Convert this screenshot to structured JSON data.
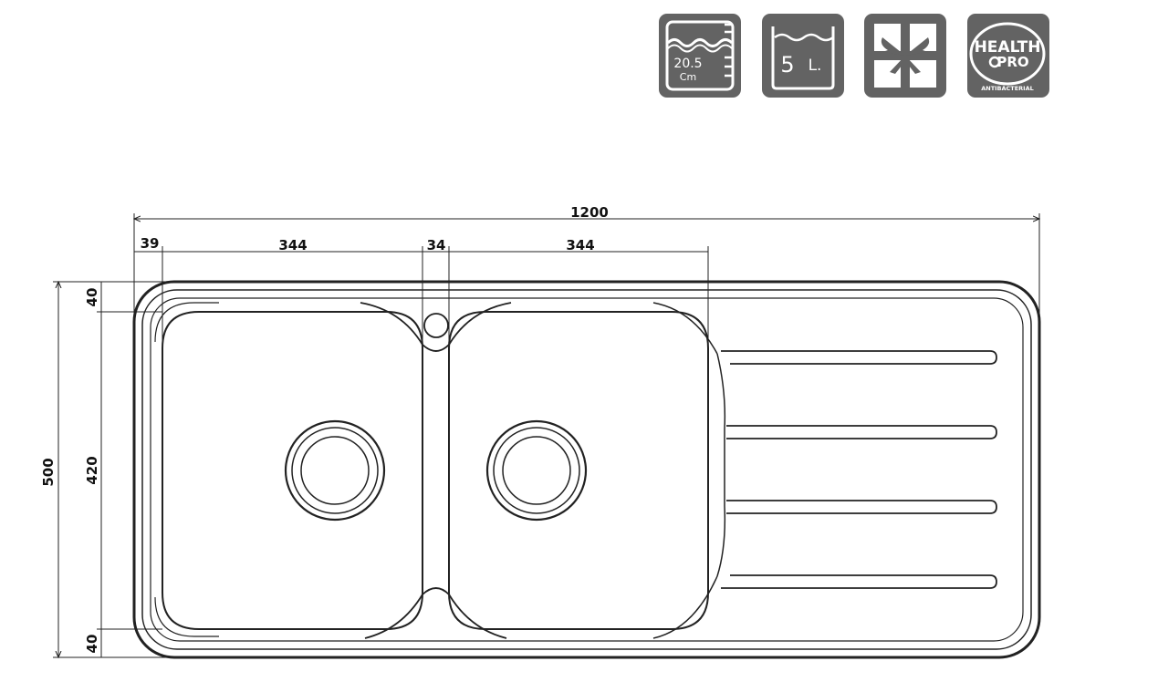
{
  "badges": {
    "depth": {
      "icon": "water-depth-icon",
      "value": "20.5",
      "unit": "Cm"
    },
    "capacity": {
      "icon": "water-capacity-icon",
      "value": "5",
      "unit": "L."
    },
    "packaging": {
      "icon": "gift-box-icon"
    },
    "health": {
      "icon": "health-pro-logo",
      "line1": "HEALTH",
      "line2": "PRO",
      "caption": "ANTIBACTERIAL"
    }
  },
  "dimensions": {
    "overall_width": "1200",
    "rim": "39",
    "bowl_left": "344",
    "divider": "34",
    "bowl_right": "344",
    "overall_depth": "500",
    "bowl_depth": "420",
    "top_rim": "40",
    "bottom_rim": "40"
  },
  "colors": {
    "badge": "#636363",
    "line": "#222222"
  }
}
